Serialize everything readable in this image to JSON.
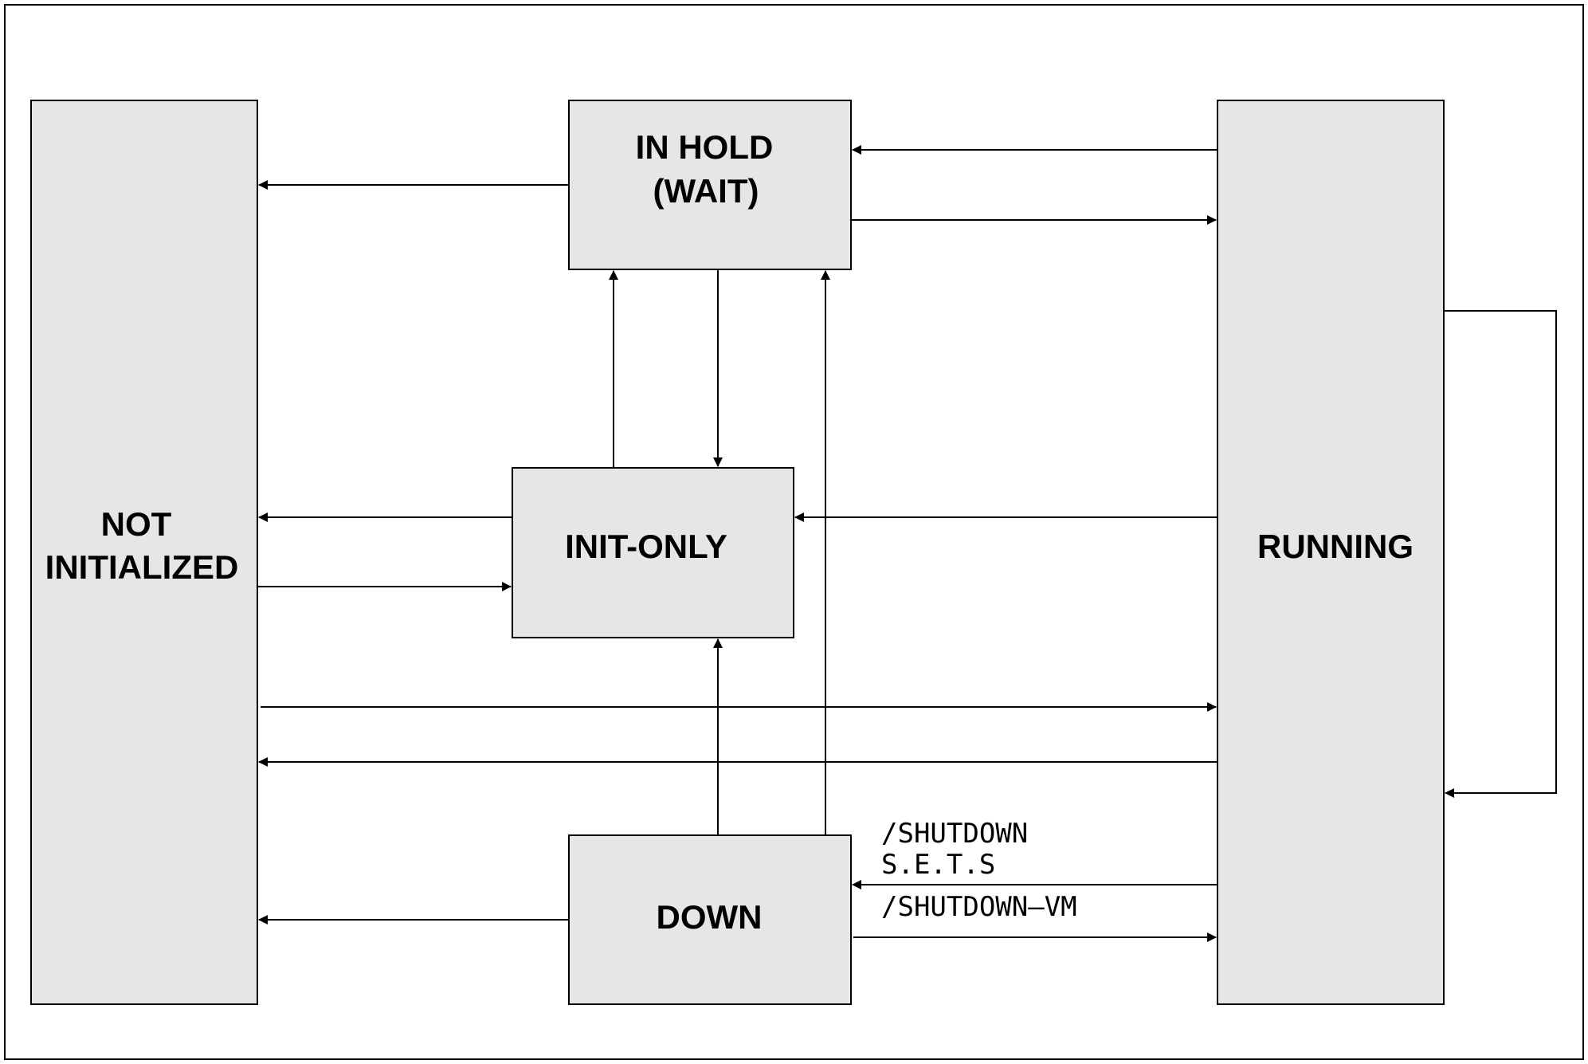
{
  "states": {
    "not_initialized": {
      "line1": "NOT",
      "line2": "INITIALIZED"
    },
    "in_hold": {
      "line1": "IN HOLD",
      "line2": "(WAIT)"
    },
    "init_only": {
      "line1": "INIT-ONLY"
    },
    "down": {
      "line1": "DOWN"
    },
    "running": {
      "line1": "RUNNING"
    }
  },
  "edge_labels": {
    "shutdown": "/SHUTDOWN",
    "sets": "S.E.T.S",
    "shutdown_vm": "/SHUTDOWN–VM"
  },
  "colors": {
    "box_fill": "#e6e6e6",
    "stroke": "#000000"
  }
}
